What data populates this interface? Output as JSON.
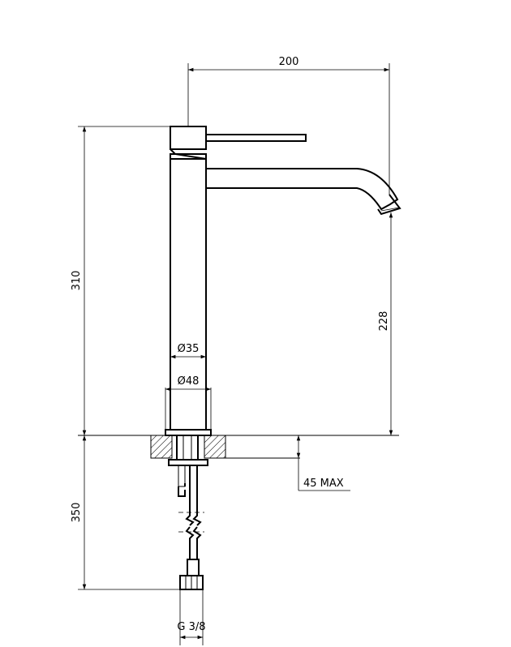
{
  "dimensions": {
    "spout_reach": "200",
    "total_height": "310",
    "spout_height": "228",
    "body_diameter": "Ø35",
    "base_diameter": "Ø48",
    "max_thickness": "45 MAX",
    "hose_length": "350",
    "connection": "G 3/8"
  }
}
